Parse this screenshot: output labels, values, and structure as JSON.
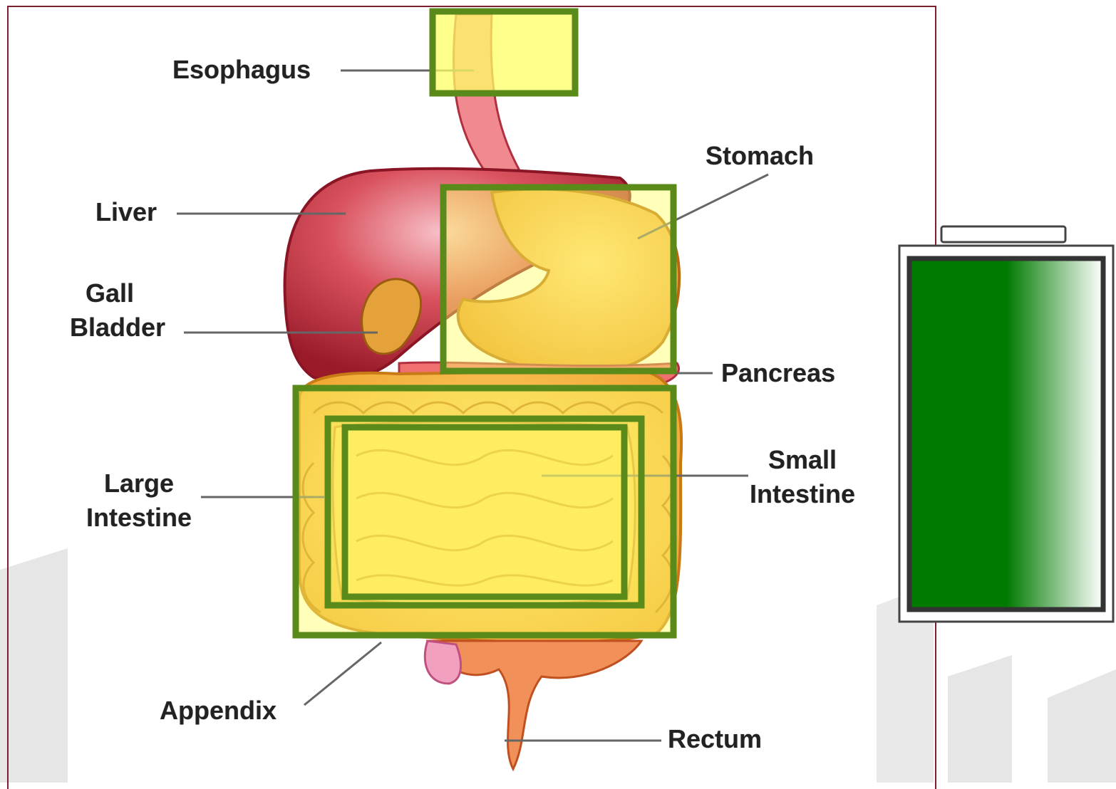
{
  "diagram": {
    "labels": {
      "esophagus": "Esophagus",
      "stomach": "Stomach",
      "liver": "Liver",
      "gall_bladder_1": "Gall",
      "gall_bladder_2": "Bladder",
      "pancreas": "Pancreas",
      "large_intestine_1": "Large",
      "large_intestine_2": "Intestine",
      "small_intestine_1": "Small",
      "small_intestine_2": "Intestine",
      "appendix": "Appendix",
      "rectum": "Rectum"
    },
    "highlight_color": "#5a8a1a",
    "highlight_fill": "#ffff66",
    "battery": {
      "level": 1.0,
      "fill_color": "#007a00",
      "outline_color": "#333333"
    },
    "frame_color": "#7a2030"
  }
}
